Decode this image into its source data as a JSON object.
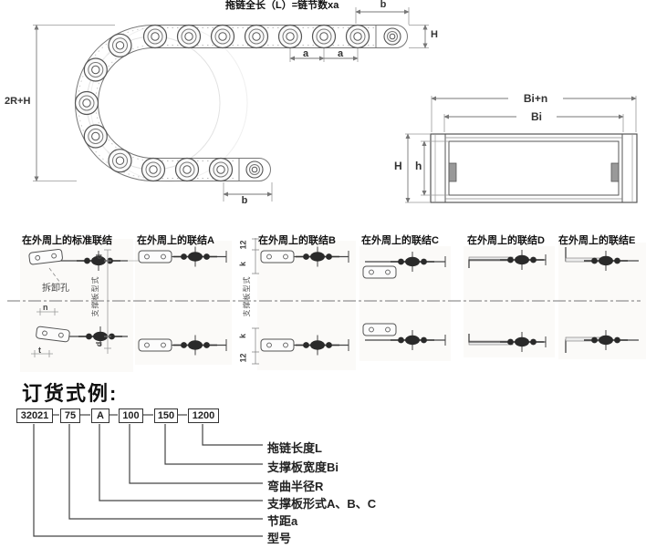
{
  "overview": {
    "title": "拖链全长（L）=链节数xa"
  },
  "dims_top": {
    "left": "2R+H",
    "bottom_b": "b",
    "top_b": "b",
    "h": "H",
    "a1": "a",
    "a2": "a"
  },
  "cross_section": {
    "bi_n": "Bi+n",
    "bi": "Bi",
    "big_h": "H",
    "small_h": "h"
  },
  "connections": {
    "headers": [
      "在外周上的标准联结",
      "在外周上的联结A",
      "在外周上的联结B",
      "在外周上的联结C",
      "在外周上的联结D",
      "在外周上的联结E"
    ],
    "disassembly_hole": "拆卸孔",
    "vertical_note": "支撑板型式",
    "dim_d": "d",
    "dim_n": "n",
    "dim_t": "t",
    "b_dims": {
      "top_12": "12",
      "top_k": "k",
      "bottom_k": "k",
      "bottom_12": "12"
    }
  },
  "order_example": {
    "title": "订货式例:",
    "codes": [
      "32021",
      "75",
      "A",
      "100",
      "150",
      "1200"
    ],
    "legend": [
      "拖链长度L",
      "支撑板宽度Bi",
      "弯曲半径R",
      "支撑板形式A、B、C",
      "节距a",
      "型号"
    ]
  }
}
